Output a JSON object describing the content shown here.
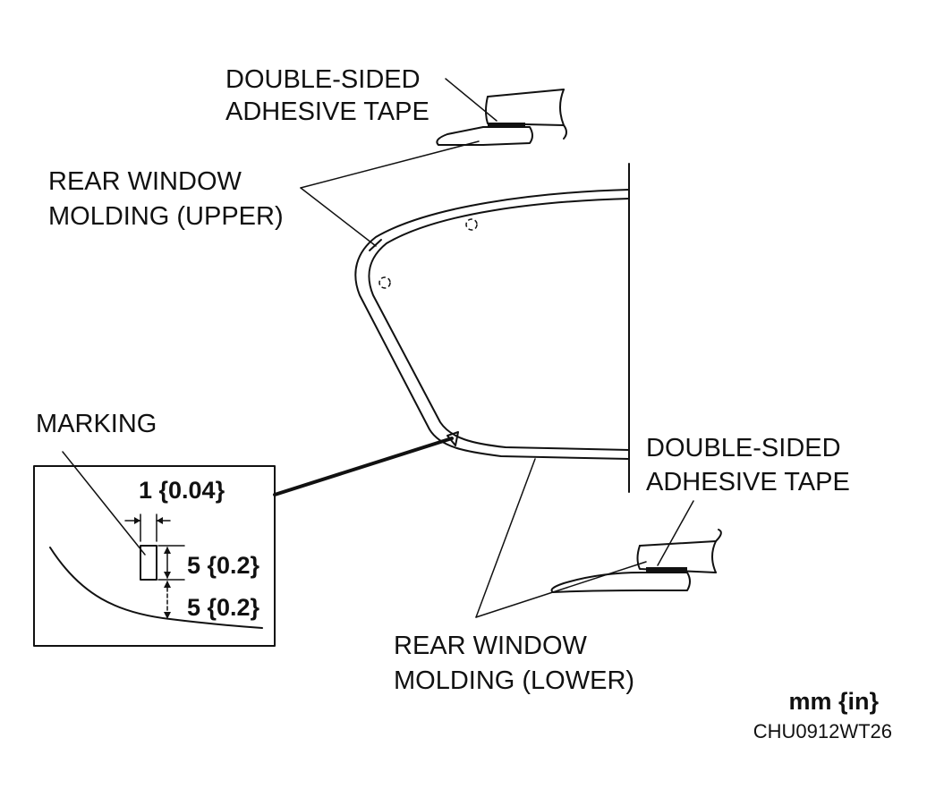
{
  "labels": {
    "tape_upper_line1": "DOUBLE-SIDED",
    "tape_upper_line2": "ADHESIVE TAPE",
    "molding_upper_line1": "REAR WINDOW",
    "molding_upper_line2": "MOLDING (UPPER)",
    "marking": "MARKING",
    "tape_lower_line1": "DOUBLE-SIDED",
    "tape_lower_line2": "ADHESIVE TAPE",
    "molding_lower_line1": "REAR WINDOW",
    "molding_lower_line2": "MOLDING (LOWER)"
  },
  "dimensions": {
    "marking_width": "1 {0.04}",
    "marking_height": "5 {0.2}",
    "marking_offset": "5 {0.2}"
  },
  "units": "mm {in}",
  "figure_code": "CHU0912WT26"
}
